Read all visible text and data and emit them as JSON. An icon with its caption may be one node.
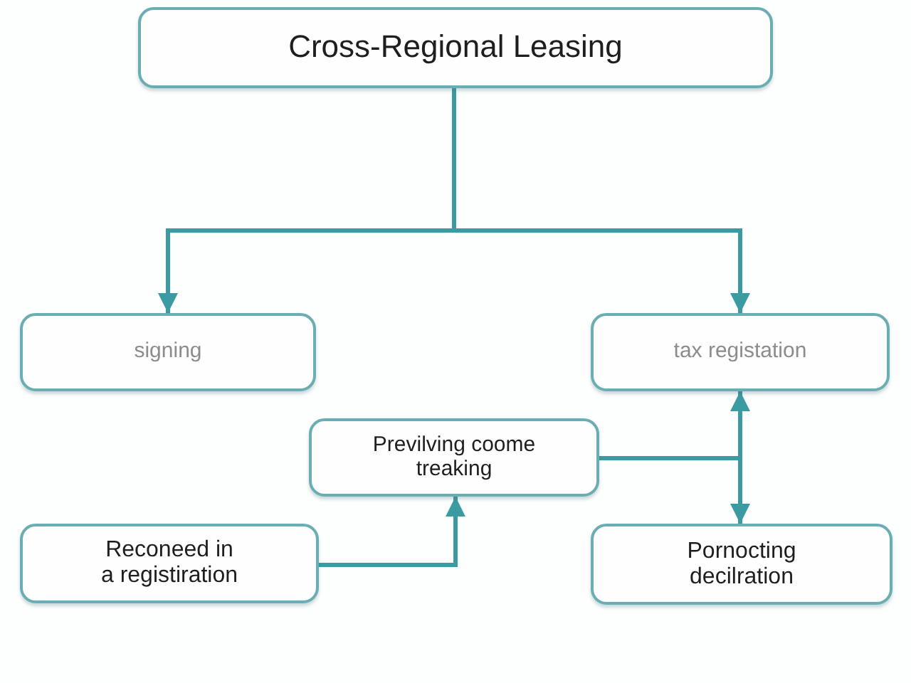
{
  "diagram": {
    "nodes": [
      {
        "text": [
          "Cross-Regional Leasing"
        ]
      },
      {
        "text": [
          "signing"
        ]
      },
      {
        "text": [
          "tax registation"
        ]
      },
      {
        "text": [
          "Previlving coome treaking"
        ]
      },
      {
        "text": [
          "Reconeed in a registiration"
        ]
      },
      {
        "text": [
          "Pornocting decilration"
        ]
      }
    ],
    "edges": [
      {
        "from": 0,
        "to": 1,
        "arrow": "to"
      },
      {
        "from": 0,
        "to": 2,
        "arrow": "to"
      },
      {
        "from": 4,
        "to": 3,
        "arrow": "to"
      },
      {
        "from": 3,
        "to": 2,
        "arrow": "to"
      },
      {
        "from": 3,
        "to": 5,
        "arrow": "to"
      }
    ]
  }
}
